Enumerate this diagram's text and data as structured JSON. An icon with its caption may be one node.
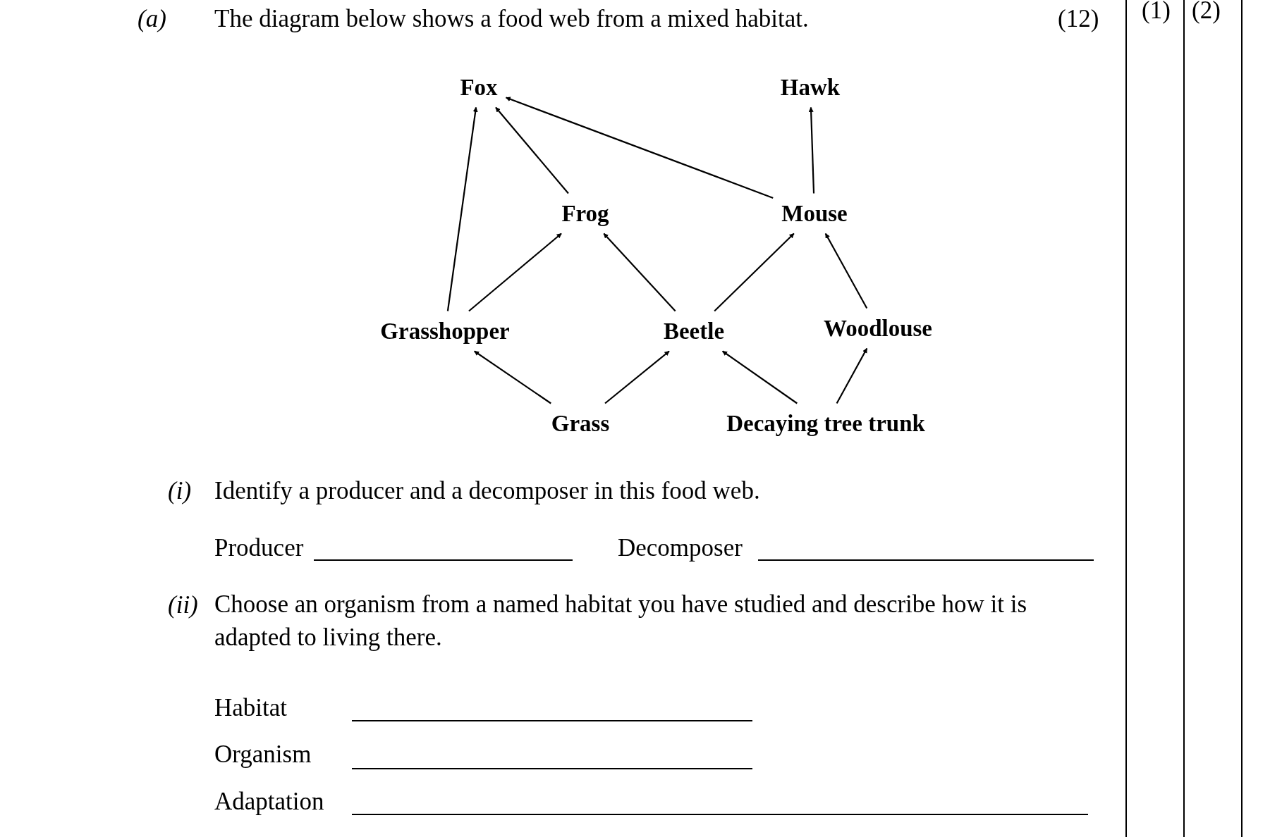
{
  "diagram": {
    "nodes": [
      {
        "text": [
          "Fox"
        ]
      },
      {
        "text": [
          "Hawk"
        ]
      },
      {
        "text": [
          "Frog"
        ]
      },
      {
        "text": [
          "Mouse"
        ]
      },
      {
        "text": [
          "Grasshopper"
        ]
      },
      {
        "text": [
          "Beetle"
        ]
      },
      {
        "text": [
          "Woodlouse"
        ]
      },
      {
        "text": [
          "Grass"
        ]
      },
      {
        "text": [
          "Decaying tree trunk"
        ]
      }
    ],
    "edges": [
      {
        "from": 4,
        "to": 0,
        "arrow": "to"
      },
      {
        "from": 2,
        "to": 0,
        "arrow": "to"
      },
      {
        "from": 3,
        "to": 0,
        "arrow": "to"
      },
      {
        "from": 3,
        "to": 1,
        "arrow": "to"
      },
      {
        "from": 4,
        "to": 2,
        "arrow": "to"
      },
      {
        "from": 5,
        "to": 2,
        "arrow": "to"
      },
      {
        "from": 5,
        "to": 3,
        "arrow": "to"
      },
      {
        "from": 6,
        "to": 3,
        "arrow": "to"
      },
      {
        "from": 7,
        "to": 4,
        "arrow": "to"
      },
      {
        "from": 7,
        "to": 5,
        "arrow": "to"
      },
      {
        "from": 8,
        "to": 5,
        "arrow": "to"
      },
      {
        "from": 8,
        "to": 6,
        "arrow": "to"
      }
    ],
    "labels": [
      "(a)",
      "The diagram below shows a food web from a mixed habitat.",
      "(12)",
      "(1)",
      "(2)",
      "(i)",
      "Identify a producer and a decomposer in this food web.",
      "Producer",
      "Decomposer",
      "(ii)",
      "Choose an organism from a named habitat you have studied and describe how it is adapted to living there.",
      "Habitat",
      "Organism",
      "Adaptation"
    ]
  }
}
